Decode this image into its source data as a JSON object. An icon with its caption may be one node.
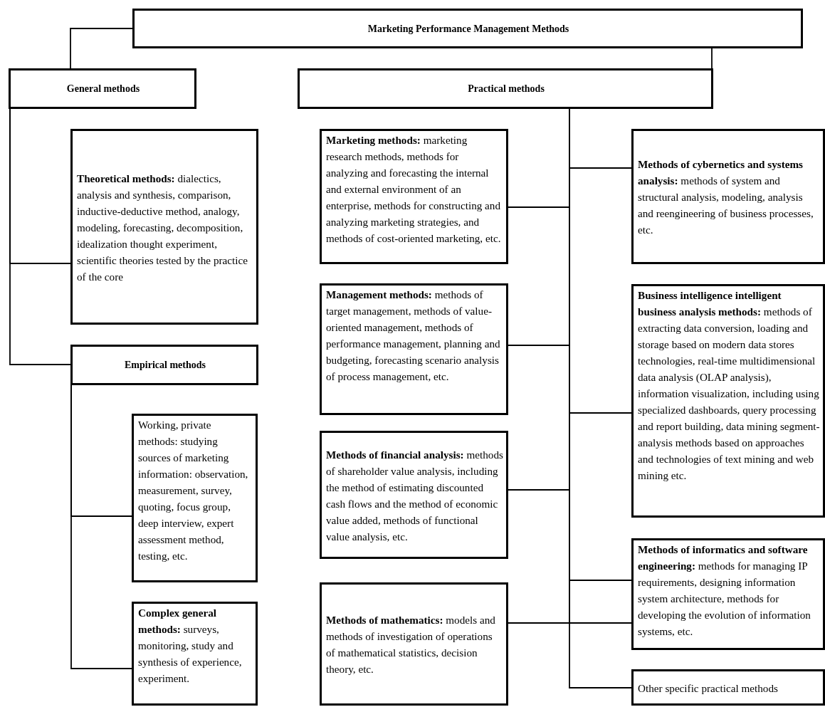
{
  "diagram": {
    "nodes": [
      {
        "text": [
          "Marketing Performance Management Methods"
        ]
      },
      {
        "text": [
          "General methods"
        ]
      },
      {
        "text": [
          "Practical methods"
        ]
      },
      {
        "text": [
          "**Theoretical methods:** dialectics, analysis and synthesis, comparison, inductive-deductive method, analogy, modeling, forecasting, decomposition, idealization thought experiment, scientific theories tested by the practice of the core"
        ]
      },
      {
        "text": [
          "Empirical methods"
        ]
      },
      {
        "text": [
          "Working, private methods: studying sources of marketing information: observation, measurement, survey, quoting, focus group, deep interview, expert assessment method, testing, etc."
        ]
      },
      {
        "text": [
          "**Complex general methods:** surveys, monitoring, study and synthesis of experience, experiment."
        ]
      },
      {
        "text": [
          "**Marketing methods:** marketing research methods, methods for analyzing and forecasting the internal and external environment of an enterprise, methods for constructing and analyzing marketing strategies, and methods of cost-oriented marketing, etc."
        ]
      },
      {
        "text": [
          "**Management methods:** methods of target management, methods of value-oriented management, methods of performance management, planning and budgeting, forecasting scenario analysis of process management, etc."
        ]
      },
      {
        "text": [
          "**Methods of financial analysis:** methods of shareholder value analysis, including the method of estimating discounted cash flows and the method of economic value added, methods of functional value analysis, etc."
        ]
      },
      {
        "text": [
          "**Methods of mathematics:** models and methods of investigation of operations of mathematical statistics, decision theory, etc."
        ]
      },
      {
        "text": [
          "**Methods of cybernetics and systems analysis:** methods of system and structural analysis, modeling, analysis and reengineering of business processes, etc."
        ]
      },
      {
        "text": [
          "**Business intelligence intelligent business analysis methods:** methods of extracting data conversion, loading and storage based on modern data stores technologies, real-time multidimensional data analysis (OLAP analysis), information visualization, including using specialized dashboards, query processing and report building, data mining segment-analysis methods based on approaches and technologies of text mining and web mining etc."
        ]
      },
      {
        "text": [
          "**Methods of informatics and software engineering:** methods for managing IP requirements, designing information system architecture, methods for developing the evolution of information systems, etc."
        ]
      },
      {
        "text": [
          "Other specific practical methods"
        ]
      }
    ],
    "edges": [
      {
        "from": 0,
        "to": 1,
        "arrow": "none"
      },
      {
        "from": 0,
        "to": 2,
        "arrow": "none"
      },
      {
        "from": 1,
        "to": 3,
        "arrow": "none"
      },
      {
        "from": 1,
        "to": 4,
        "arrow": "none"
      },
      {
        "from": 4,
        "to": 5,
        "arrow": "none"
      },
      {
        "from": 4,
        "to": 6,
        "arrow": "none"
      },
      {
        "from": 2,
        "to": 7,
        "arrow": "none"
      },
      {
        "from": 2,
        "to": 8,
        "arrow": "none"
      },
      {
        "from": 2,
        "to": 9,
        "arrow": "none"
      },
      {
        "from": 2,
        "to": 10,
        "arrow": "none"
      },
      {
        "from": 2,
        "to": 11,
        "arrow": "none"
      },
      {
        "from": 2,
        "to": 12,
        "arrow": "none"
      },
      {
        "from": 2,
        "to": 13,
        "arrow": "none"
      },
      {
        "from": 2,
        "to": 13,
        "arrow": "none"
      },
      {
        "from": 2,
        "to": 14,
        "arrow": "none"
      }
    ]
  }
}
